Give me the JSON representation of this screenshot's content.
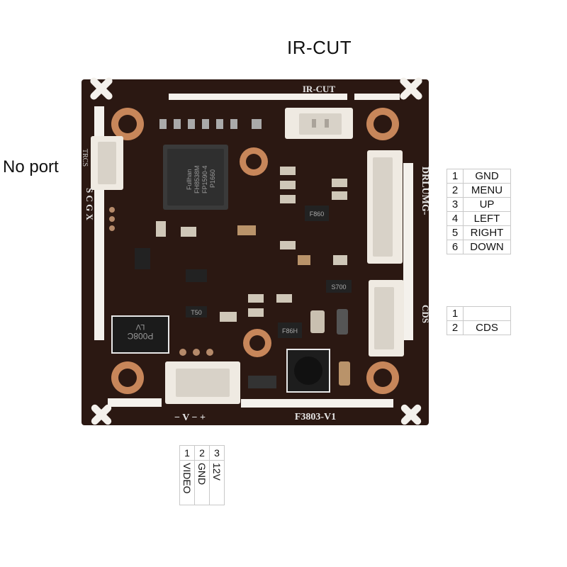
{
  "title": "IR-CUT",
  "left_note": "No port",
  "board": {
    "silk_ircut": "IR-CUT",
    "silk_model": "F3803-V1",
    "silk_power": "− V − +",
    "silk_right": "DRLUMG-",
    "silk_cds": "CDS",
    "silk_left": "TRCS",
    "silk_left2": "S C G X",
    "chip_lines": [
      "Fullhan",
      "FH8538M",
      "FP1590-4",
      "P1660"
    ],
    "silk_f860": "F860",
    "silk_f86h": "F86H",
    "silk_t50": "T50",
    "silk_s700": "S700",
    "silk_diode": "P008C",
    "silk_diode2": "LV",
    "colors": {
      "pcb": "#2b1812",
      "pad": "#c7865a",
      "connector": "#efeae2"
    }
  },
  "menu_table": [
    {
      "num": "1",
      "label": "GND"
    },
    {
      "num": "2",
      "label": "MENU"
    },
    {
      "num": "3",
      "label": "UP"
    },
    {
      "num": "4",
      "label": "LEFT"
    },
    {
      "num": "5",
      "label": "RIGHT"
    },
    {
      "num": "6",
      "label": "DOWN"
    }
  ],
  "cds_table": [
    {
      "num": "1",
      "label": ""
    },
    {
      "num": "2",
      "label": "CDS"
    }
  ],
  "power_table": {
    "nums": [
      "1",
      "2",
      "3"
    ],
    "labels": [
      "VIDEO",
      "GND",
      "12V"
    ]
  }
}
